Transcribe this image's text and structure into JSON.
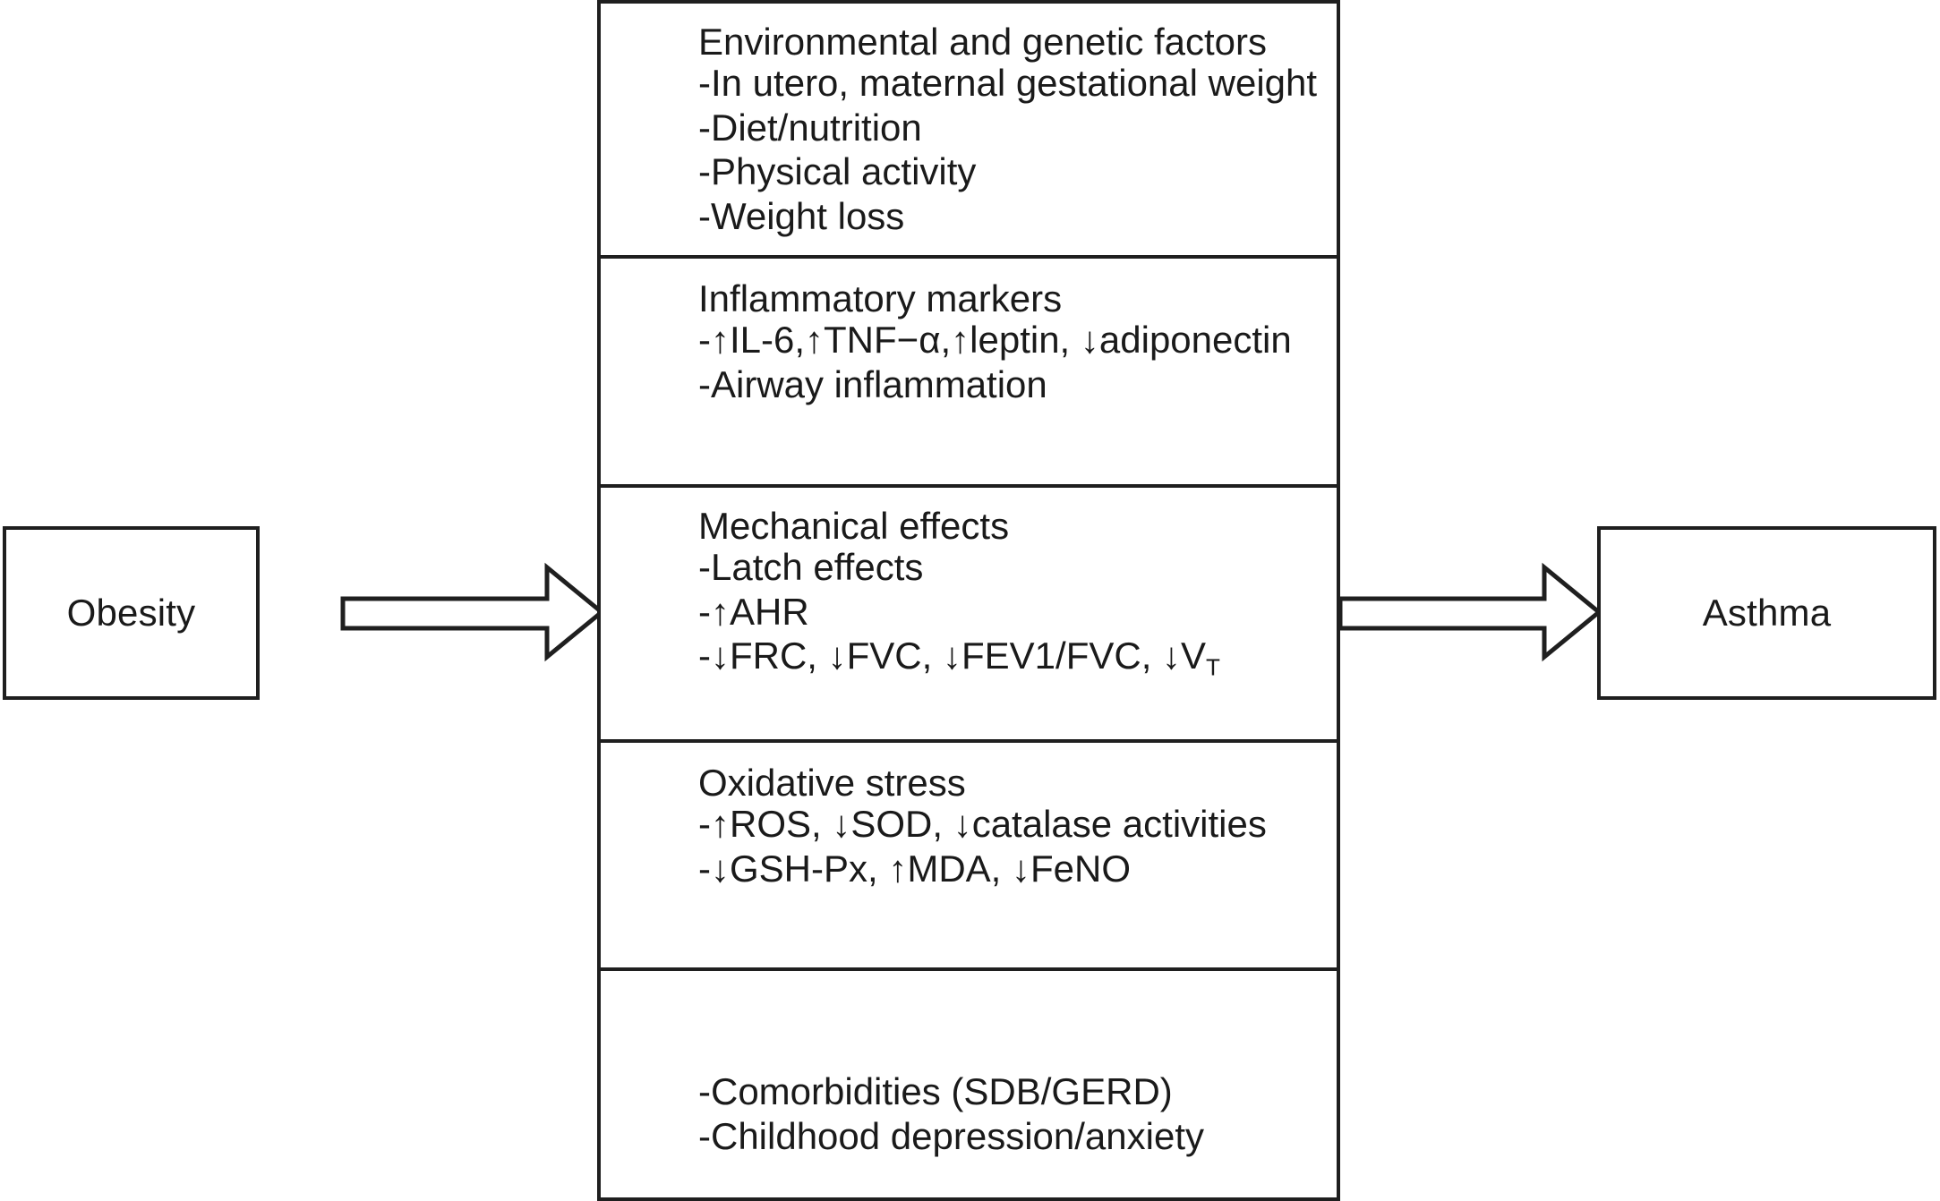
{
  "figure": {
    "title": "Obesity to asthma mechanistic pathway diagram",
    "background_color": "#ffffff",
    "line_color": "#1f1f1f",
    "text_color": "#1a1a1a"
  },
  "left_node": {
    "label": "Obesity"
  },
  "right_node": {
    "label": "Asthma"
  },
  "arrows": [
    {
      "name": "obesity-to-mechanisms-arrow",
      "direction": "right"
    },
    {
      "name": "mechanisms-to-asthma-arrow",
      "direction": "right"
    }
  ],
  "central_panel": {
    "sections": [
      {
        "heading": "Environmental and genetic factors",
        "items": [
          "-In utero, maternal gestational weight",
          "-Diet/nutrition",
          "-Physical activity",
          "-Weight loss"
        ]
      },
      {
        "heading": "Inflammatory markers",
        "items": [
          "-↑IL-6,↑TNF−α,↑leptin, ↓adiponectin",
          "-Airway inflammation"
        ]
      },
      {
        "heading": "Mechanical effects",
        "items": [
          "-Latch effects",
          "-↑AHR",
          "-↓FRC, ↓FVC, ↓FEV1/FVC, ↓V_T"
        ],
        "items_rich": [
          "-Latch effects",
          "-↑AHR",
          "-↓FRC, ↓FVC, ↓FEV1/FVC, ↓V<sub>T</sub>"
        ]
      },
      {
        "heading": "Oxidative stress",
        "items": [
          "-↑ROS, ↓SOD, ↓catalase activities",
          "-↓GSH-Px, ↑MDA, ↓FeNO"
        ]
      },
      {
        "heading": "",
        "items": [
          "-Comorbidities (SDB/GERD)",
          "-Childhood depression/anxiety"
        ]
      }
    ]
  }
}
